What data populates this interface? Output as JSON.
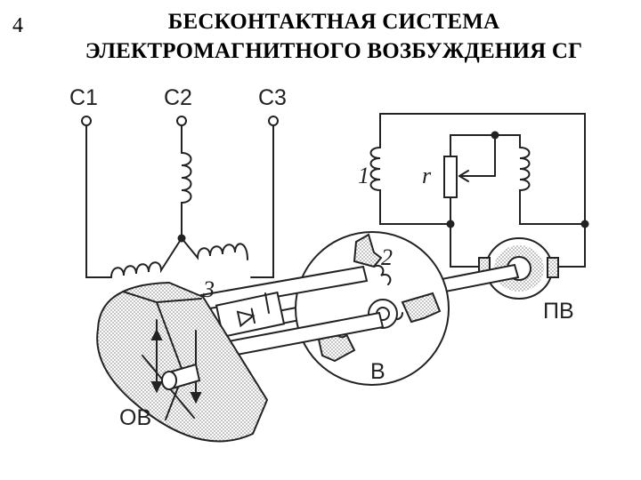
{
  "slide": {
    "number": "4"
  },
  "title": {
    "line1": "БЕСКОНТАКТНАЯ СИСТЕМА",
    "line2": "ЭЛЕКТРОМАГНИТНОГО ВОЗБУЖДЕНИЯ СГ"
  },
  "labels": {
    "c1": "C1",
    "c2": "C2",
    "c3": "C3",
    "n1": "1",
    "n2": "2",
    "n3": "3",
    "r": "r",
    "pv": "ПВ",
    "v": "В",
    "ov": "ОВ"
  },
  "colors": {
    "ink": "#222222",
    "stipple": "#d4d4d4",
    "background": "#ffffff"
  }
}
